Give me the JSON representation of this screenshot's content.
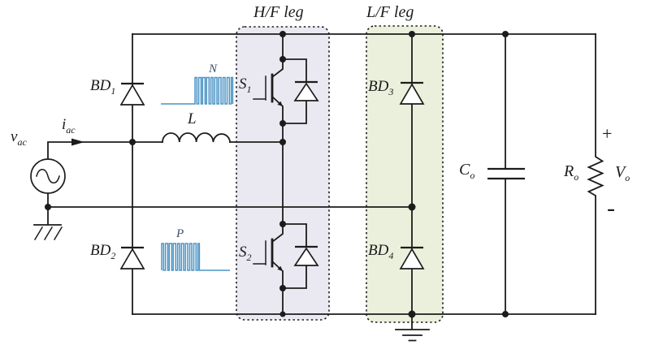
{
  "labels": {
    "hf_leg": "H/F leg",
    "lf_leg": "L/F leg",
    "vac": {
      "main": "v",
      "sub": "ac"
    },
    "iac": {
      "main": "i",
      "sub": "ac"
    },
    "inductor": "L",
    "bd1": {
      "main": "BD",
      "sub": "1"
    },
    "bd2": {
      "main": "BD",
      "sub": "2"
    },
    "bd3": {
      "main": "BD",
      "sub": "3"
    },
    "bd4": {
      "main": "BD",
      "sub": "4"
    },
    "s1": {
      "main": "S",
      "sub": "1"
    },
    "s2": {
      "main": "S",
      "sub": "2"
    },
    "pulse_n": "N",
    "pulse_p": "P",
    "co": {
      "main": "C",
      "sub": "o"
    },
    "ro": {
      "main": "R",
      "sub": "o"
    },
    "vo": {
      "main": "V",
      "sub": "o"
    },
    "plus": "+",
    "minus": "-"
  },
  "colors": {
    "line": "#1c1c1c",
    "hf_box_fill": "#eae8f1",
    "lf_box_fill": "#eaf0db",
    "waveform": "#4a93c4",
    "pulse_label": "#3c5068",
    "background": "#ffffff"
  }
}
